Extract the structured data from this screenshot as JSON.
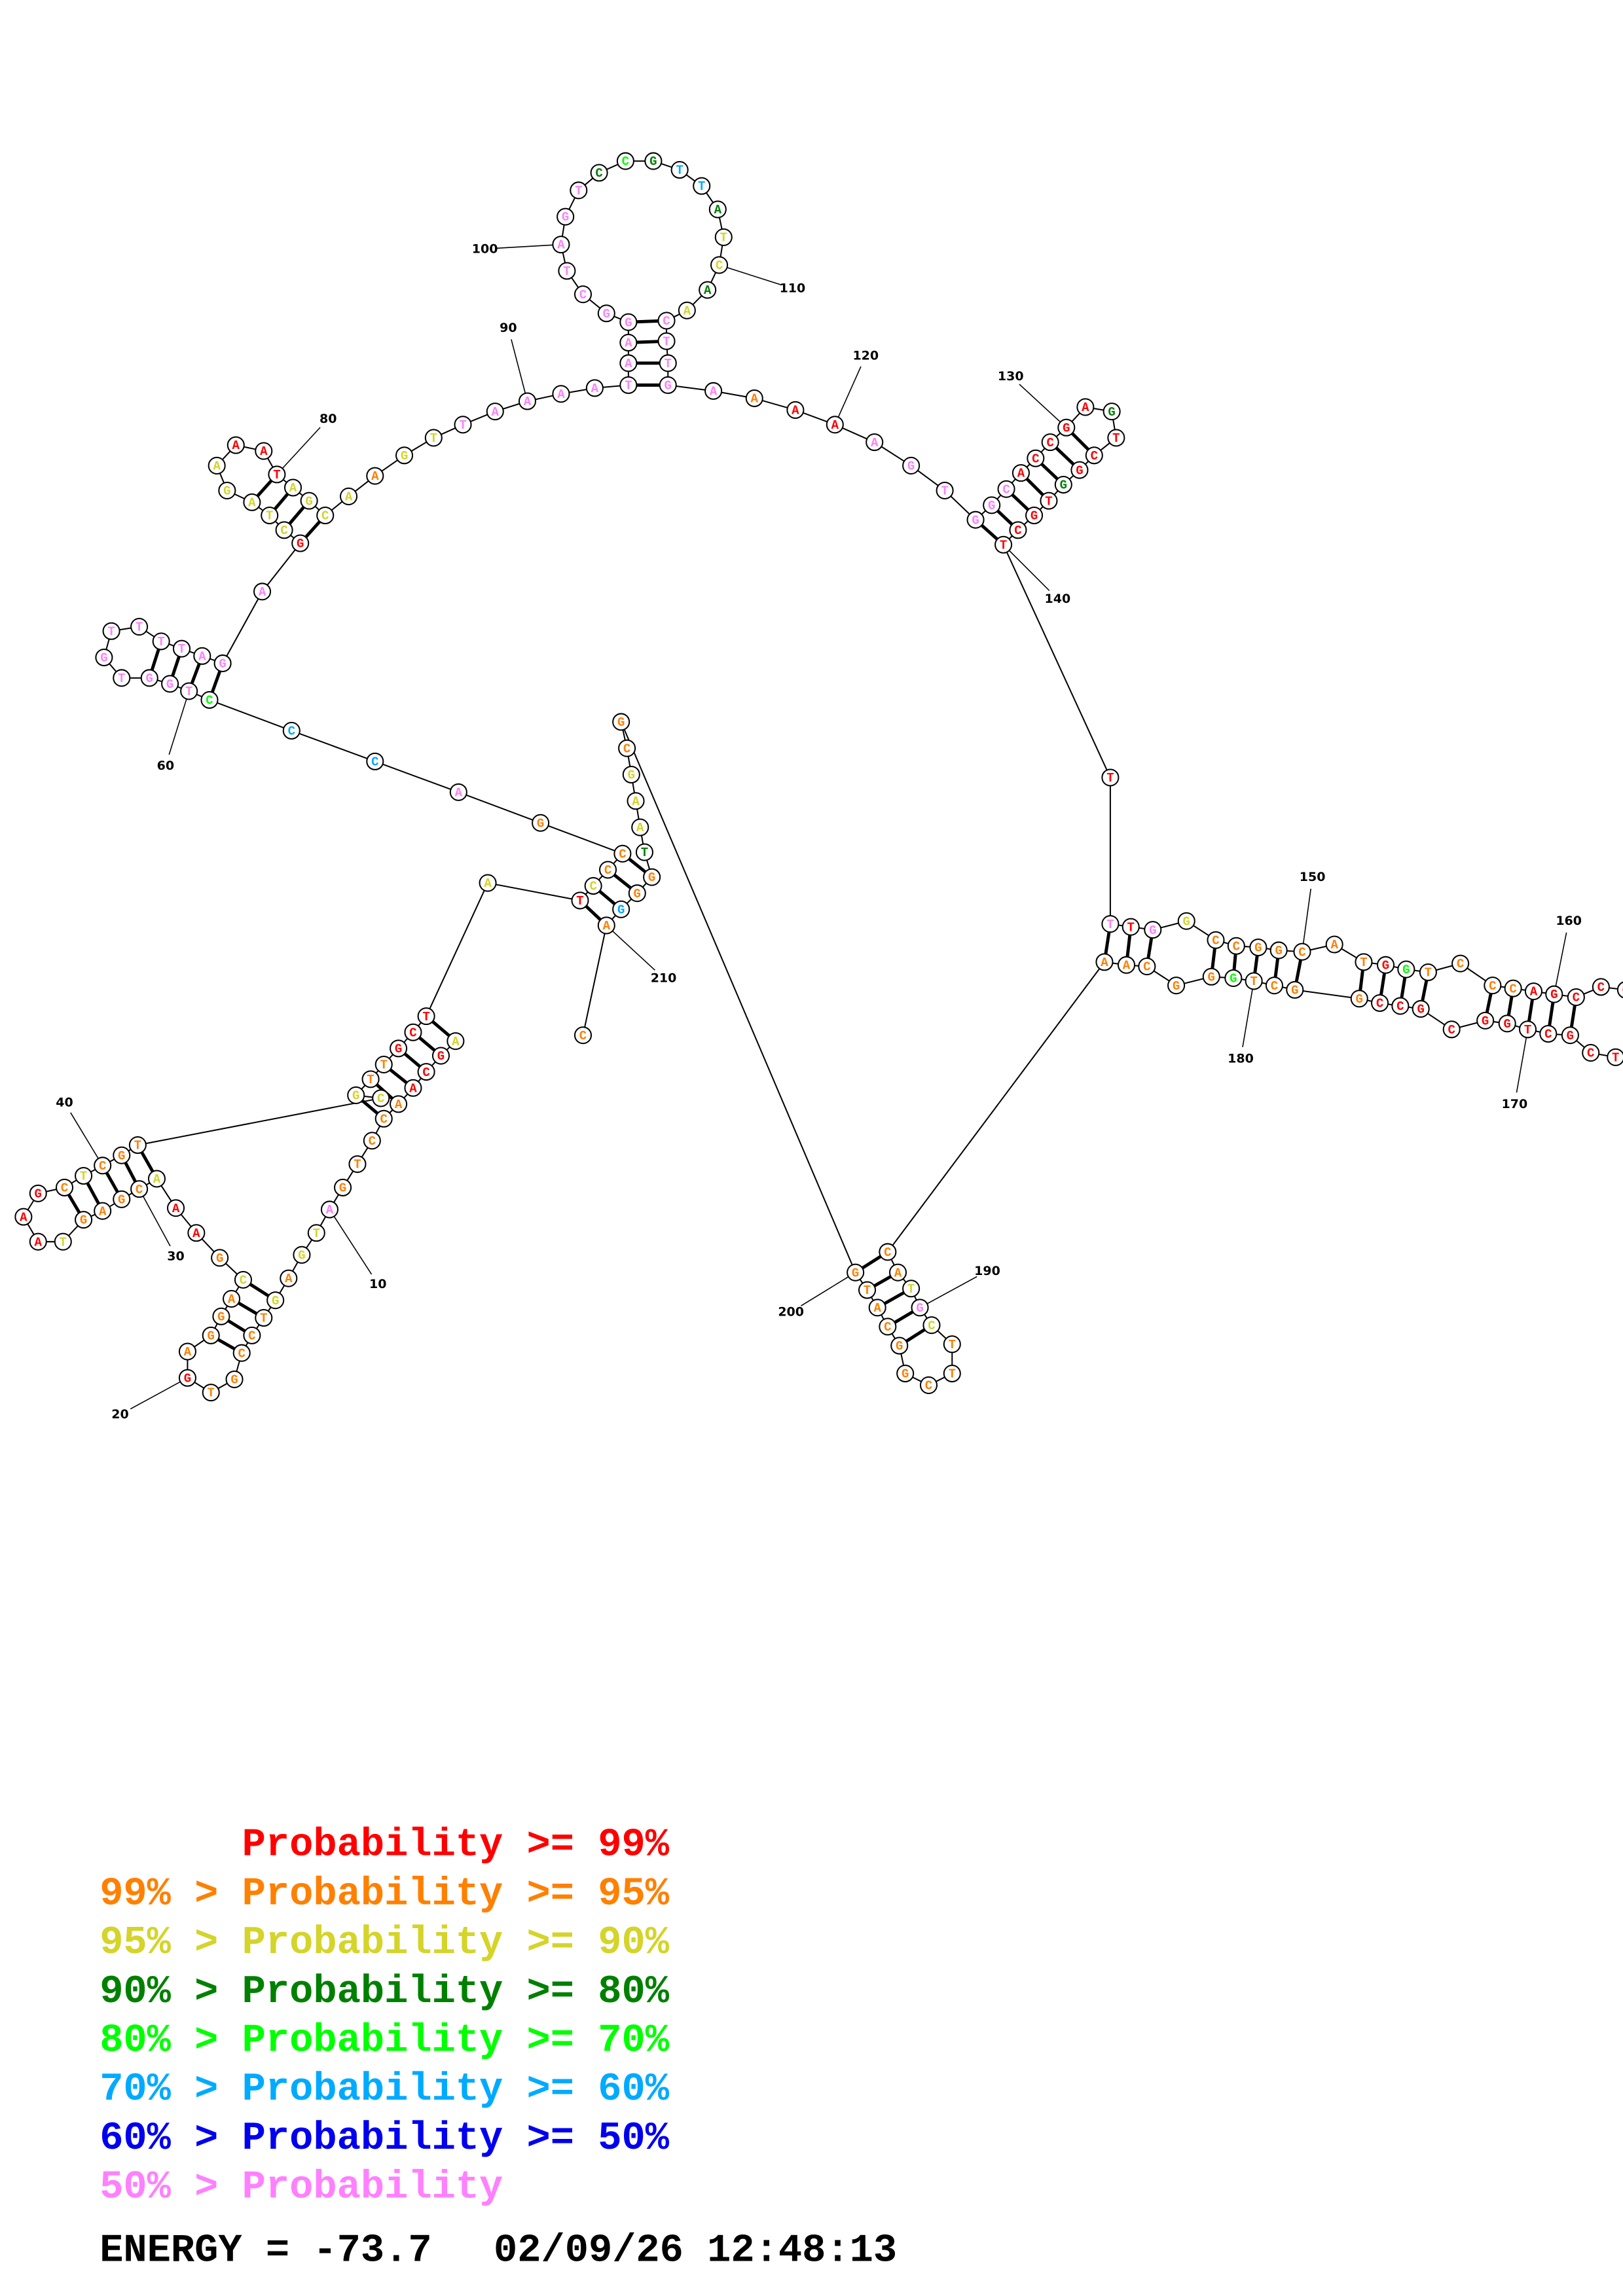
{
  "structure": {
    "sequence": "AGCAACCTGATGAGTCCGTGAGGACGAAACGAGTAAGCTCGTCGTTGCTATCCCGACCCTGGTGTTTTAGAGCTAGAAATAGCAAGTTAAAATAAGGCTAGTCCGTTATCAACTTGAAAAAGTGGCACCGAGTCGGTGCTTTTGGCCGGCATGGTCCCAGCCC??TCGCTGGCGCCGGCTGGGCAACATGCTTCGGCATGGCGAATGGGAC",
    "probability_class": "yrrrooooouyyoyooooorooooyorryooooyrrroyoooyyoorrryryooopbbgppppppppppppryyyyyrrryyyyoyypppppppppppppppdgdbbdyydyppppporrpppppprrrrrdrrrdrrrrrprpyooooooorgoooorrrrrrrrrrrrrrrrrroooogoooooooypyoooooooooooyyydoobooyr",
    "position_labels": [
      "10",
      "20",
      "30",
      "40",
      "60",
      "80",
      "90",
      "100",
      "110",
      "120",
      "130",
      "140",
      "150",
      "160",
      "170",
      "180",
      "190",
      "200",
      "210"
    ]
  },
  "class_colors": {
    "r": "#ff0000",
    "o": "#ff8000",
    "y": "#d4d42a",
    "d": "#008000",
    "g": "#00ff00",
    "b": "#00aaff",
    "n": "#0000ee",
    "p": "#ff80ff"
  },
  "legend": [
    {
      "prefix": "",
      "text": "Probability >= 99%",
      "color": "#ff0000"
    },
    {
      "prefix": "99% > ",
      "text": "Probability >= 95%",
      "color": "#ff8000"
    },
    {
      "prefix": "95% > ",
      "text": "Probability >= 90%",
      "color": "#d4d42a"
    },
    {
      "prefix": "90% > ",
      "text": "Probability >= 80%",
      "color": "#008000"
    },
    {
      "prefix": "80% > ",
      "text": "Probability >= 70%",
      "color": "#00ff00"
    },
    {
      "prefix": "70% > ",
      "text": "Probability >= 60%",
      "color": "#00aaff"
    },
    {
      "prefix": "60% > ",
      "text": "Probability >= 50%",
      "color": "#0000ee"
    },
    {
      "prefix": "50% > ",
      "text": "Probability",
      "color": "#ff80ff"
    }
  ],
  "footer": {
    "energy": "ENERGY = -73.7",
    "timestamp": "02/09/26 12:48:13"
  }
}
